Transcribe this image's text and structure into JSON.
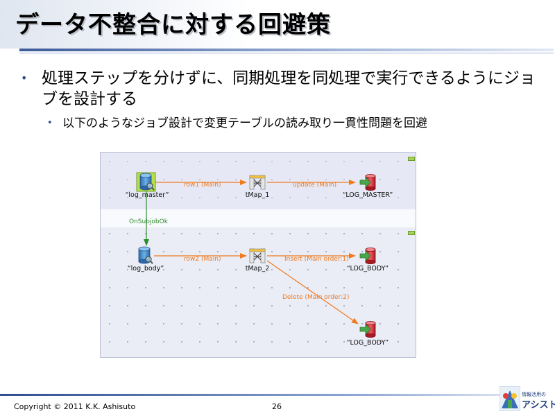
{
  "slide": {
    "title": "データ不整合に対する回避策",
    "bullets": [
      {
        "text": "処理ステップを分けずに、同期処理を同処理で実行できるようにジョブを設計する",
        "sub": [
          "以下のようなジョブ設計で変更テーブルの読み取り一貫性問題を回避"
        ]
      }
    ],
    "bullet_glyph": "•"
  },
  "diagram": {
    "components": [
      {
        "id": "log_master",
        "label": "“log_master”",
        "icon": "input-db-icon"
      },
      {
        "id": "tMap_1",
        "label": "tMap_1",
        "icon": "tmap-icon"
      },
      {
        "id": "LOG_MASTER",
        "label": "“LOG_MASTER”",
        "icon": "output-db-icon"
      },
      {
        "id": "log_body",
        "label": "“log_body”",
        "icon": "input-db-icon"
      },
      {
        "id": "tMap_2",
        "label": "tMap_2",
        "icon": "tmap-icon"
      },
      {
        "id": "LOG_BODY_1",
        "label": "“LOG_BODY”",
        "icon": "output-db-icon"
      },
      {
        "id": "LOG_BODY_2",
        "label": "“LOG_BODY”",
        "icon": "output-db-icon"
      }
    ],
    "connections": [
      {
        "from": "log_master",
        "to": "tMap_1",
        "label": "row1 (Main)"
      },
      {
        "from": "tMap_1",
        "to": "LOG_MASTER",
        "label": "update (Main)"
      },
      {
        "from": "log_master",
        "to": "log_body",
        "label": "OnSubjobOk"
      },
      {
        "from": "log_body",
        "to": "tMap_2",
        "label": "row2 (Main)"
      },
      {
        "from": "tMap_2",
        "to": "LOG_BODY_1",
        "label": "Insert (Main order:1)"
      },
      {
        "from": "tMap_2",
        "to": "LOG_BODY_2",
        "label": "Delete (Main order:2)"
      }
    ],
    "colors": {
      "main_link": "#f07a1e",
      "trigger_link": "#2e8b2e",
      "input_db": "#3f86c8",
      "output_db": "#d7262e",
      "arrow": "#4aa64a"
    }
  },
  "footer": {
    "copyright": "Copyright © 2011 K.K. Ashisuto",
    "page_number": "26",
    "logo_line1": "情報活用の",
    "logo_line2": "アシスト"
  }
}
